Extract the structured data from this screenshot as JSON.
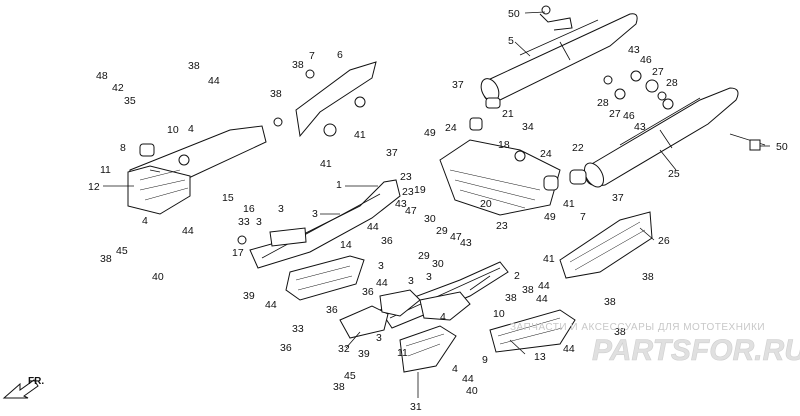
{
  "diagram": {
    "orientation_label": "FR.",
    "watermark_caption": "ЗАПЧАСТИ И АКСЕССУАРЫ ДЛЯ МОТОТЕХНИКИ",
    "watermark_logo": "PARTSFOR.RU",
    "callouts": [
      {
        "id": "c50a",
        "text": "50"
      },
      {
        "id": "c5",
        "text": "5"
      },
      {
        "id": "c43a",
        "text": "43"
      },
      {
        "id": "c46a",
        "text": "46"
      },
      {
        "id": "c27a",
        "text": "27"
      },
      {
        "id": "c28a",
        "text": "28"
      },
      {
        "id": "c37a",
        "text": "37"
      },
      {
        "id": "c28b",
        "text": "28"
      },
      {
        "id": "c27b",
        "text": "27"
      },
      {
        "id": "c46b",
        "text": "46"
      },
      {
        "id": "c43b",
        "text": "43"
      },
      {
        "id": "c21",
        "text": "21"
      },
      {
        "id": "c24a",
        "text": "24"
      },
      {
        "id": "c49a",
        "text": "49"
      },
      {
        "id": "c34",
        "text": "34"
      },
      {
        "id": "c18",
        "text": "18"
      },
      {
        "id": "c24b",
        "text": "24"
      },
      {
        "id": "c22",
        "text": "22"
      },
      {
        "id": "c50b",
        "text": "50"
      },
      {
        "id": "c25",
        "text": "25"
      },
      {
        "id": "c37b",
        "text": "37"
      },
      {
        "id": "c19",
        "text": "19"
      },
      {
        "id": "c23a",
        "text": "23"
      },
      {
        "id": "c23b",
        "text": "23"
      },
      {
        "id": "c20",
        "text": "20"
      },
      {
        "id": "c30a",
        "text": "30"
      },
      {
        "id": "c43c",
        "text": "43"
      },
      {
        "id": "c47a",
        "text": "47"
      },
      {
        "id": "c29a",
        "text": "29"
      },
      {
        "id": "c47b",
        "text": "47"
      },
      {
        "id": "c43d",
        "text": "43"
      },
      {
        "id": "c29b",
        "text": "29"
      },
      {
        "id": "c30b",
        "text": "30"
      },
      {
        "id": "c37c",
        "text": "37"
      },
      {
        "id": "c23c",
        "text": "23"
      },
      {
        "id": "c49b",
        "text": "49"
      },
      {
        "id": "c41a",
        "text": "41"
      },
      {
        "id": "c7a",
        "text": "7"
      },
      {
        "id": "c41b",
        "text": "41"
      },
      {
        "id": "c26",
        "text": "26"
      },
      {
        "id": "c38a",
        "text": "38"
      },
      {
        "id": "c2",
        "text": "2"
      },
      {
        "id": "c38b",
        "text": "38"
      },
      {
        "id": "c44a",
        "text": "44"
      },
      {
        "id": "c44b",
        "text": "44"
      },
      {
        "id": "c38c",
        "text": "38"
      },
      {
        "id": "c38d",
        "text": "38"
      },
      {
        "id": "c10a",
        "text": "10"
      },
      {
        "id": "c38e",
        "text": "38"
      },
      {
        "id": "c13",
        "text": "13"
      },
      {
        "id": "c44c",
        "text": "44"
      },
      {
        "id": "c9",
        "text": "9"
      },
      {
        "id": "c48",
        "text": "48"
      },
      {
        "id": "c42",
        "text": "42"
      },
      {
        "id": "c35",
        "text": "35"
      },
      {
        "id": "c38f",
        "text": "38"
      },
      {
        "id": "c44d",
        "text": "44"
      },
      {
        "id": "c7b",
        "text": "7"
      },
      {
        "id": "c6",
        "text": "6"
      },
      {
        "id": "c38g",
        "text": "38"
      },
      {
        "id": "c38h",
        "text": "38"
      },
      {
        "id": "c41c",
        "text": "41"
      },
      {
        "id": "c41d",
        "text": "41"
      },
      {
        "id": "c10b",
        "text": "10"
      },
      {
        "id": "c4a",
        "text": "4"
      },
      {
        "id": "c8",
        "text": "8"
      },
      {
        "id": "c11",
        "text": "11"
      },
      {
        "id": "c12",
        "text": "12"
      },
      {
        "id": "c1",
        "text": "1"
      },
      {
        "id": "c15",
        "text": "15"
      },
      {
        "id": "c16",
        "text": "16"
      },
      {
        "id": "c33a",
        "text": "33"
      },
      {
        "id": "c3a",
        "text": "3"
      },
      {
        "id": "c3b",
        "text": "3"
      },
      {
        "id": "c3c",
        "text": "3"
      },
      {
        "id": "c4b",
        "text": "4"
      },
      {
        "id": "c44e",
        "text": "44"
      },
      {
        "id": "c45a",
        "text": "45"
      },
      {
        "id": "c38i",
        "text": "38"
      },
      {
        "id": "c40a",
        "text": "40"
      },
      {
        "id": "c17",
        "text": "17"
      },
      {
        "id": "c14",
        "text": "14"
      },
      {
        "id": "c44f",
        "text": "44"
      },
      {
        "id": "c36a",
        "text": "36"
      },
      {
        "id": "c39a",
        "text": "39"
      },
      {
        "id": "c44g",
        "text": "44"
      },
      {
        "id": "c3d",
        "text": "3"
      },
      {
        "id": "c3e",
        "text": "3"
      },
      {
        "id": "c44h",
        "text": "44"
      },
      {
        "id": "c36b",
        "text": "36"
      },
      {
        "id": "c3f",
        "text": "3"
      },
      {
        "id": "c36c",
        "text": "36"
      },
      {
        "id": "c4c",
        "text": "4"
      },
      {
        "id": "c36d",
        "text": "36"
      },
      {
        "id": "c33b",
        "text": "33"
      },
      {
        "id": "c32",
        "text": "32"
      },
      {
        "id": "c3g",
        "text": "3"
      },
      {
        "id": "c39b",
        "text": "39"
      },
      {
        "id": "c11b",
        "text": "11"
      },
      {
        "id": "c4d",
        "text": "4"
      },
      {
        "id": "c45b",
        "text": "45"
      },
      {
        "id": "c38j",
        "text": "38"
      },
      {
        "id": "c44i",
        "text": "44"
      },
      {
        "id": "c40b",
        "text": "40"
      },
      {
        "id": "c31",
        "text": "31"
      }
    ]
  }
}
